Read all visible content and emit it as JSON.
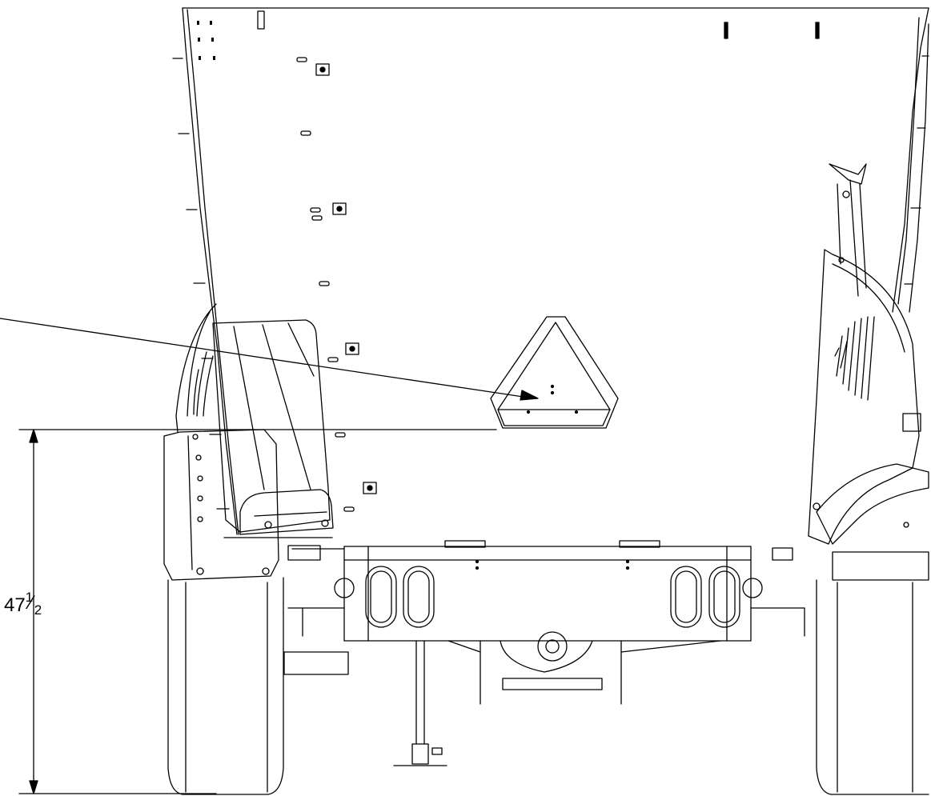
{
  "dimension": {
    "whole": "47",
    "numerator": "1",
    "denominator": "2"
  }
}
